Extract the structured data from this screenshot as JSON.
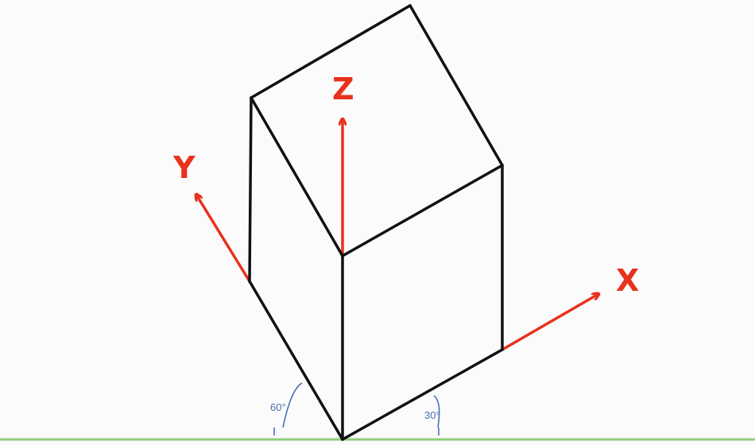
{
  "axes": {
    "x_label": "X",
    "y_label": "Y",
    "z_label": "Z"
  },
  "angles": {
    "left": "60°",
    "right": "30°"
  },
  "colors": {
    "axis": "#e8321e",
    "edges": "#111111",
    "ground": "#8fcc7a",
    "angle": "#4a6fb5"
  }
}
